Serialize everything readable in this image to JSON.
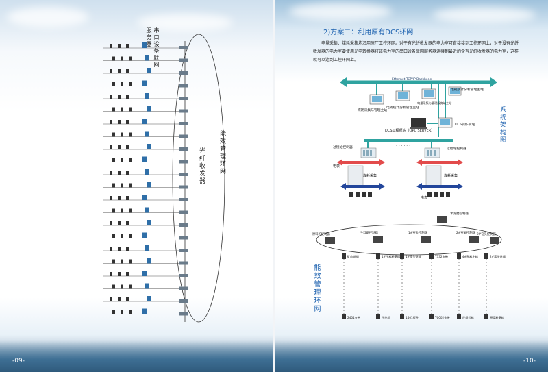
{
  "left_page": {
    "page_number": "-09-",
    "ring_label": "能效管理环网",
    "fiber_label": "光纤收发器",
    "server_label": "串口设备联网服务器"
  },
  "right_page": {
    "page_number": "-10-",
    "section_title": "2)方案二：利用原有DCS环网",
    "paragraph": "电量采集、煤耗采集均沿用原厂工控环网。对于有光纤收发器的电力室可直接接到工控环网上，对于没有光纤收发器的电力室要使用光电转换器将该电力室的串口设备联网服务器连接到最近的含有光纤收发器的电力室，这样就可以连到工控环网上。",
    "system_diagram": {
      "side_label": "系统架构图",
      "bus_label": "Ethernet TCP/IP Backbone",
      "workstations": [
        "煤耗采集与管理主站",
        "电耗统计分析管理主站",
        "电量采集与管理服务站主站",
        "电耗统计分析管理主站"
      ],
      "dcs_station": "DCS工程师站（OPC SERVER）",
      "dcs_operator": "DCS操作员站",
      "process_controller_left": "过程站控制器",
      "process_controller_right": "过程站控制器",
      "meter_left": "电表",
      "meter_right": "电表",
      "coal_left": "煤耗采集",
      "coal_right": "煤耗采集",
      "dots": "· · · · · ·"
    },
    "ring_diagram": {
      "side_label": "能效管理环网",
      "top_node": "水泥磨控制器",
      "nodes": [
        "原料粉控制器",
        "生料磨控制器",
        "1#窑头控制器",
        "2#窑尾控制器",
        "2#窑头控制器"
      ],
      "branches": [
        "矿山送钢",
        "1#生料粉磨机",
        "1#窑头送钢",
        "T332变带",
        "4#熟料主机",
        "2#窑头送钢"
      ],
      "bottom_devices": [
        "2401变带",
        "生控机",
        "1401提升",
        "T6002变带",
        "反辊式机",
        "原煤粉磨机"
      ]
    }
  }
}
